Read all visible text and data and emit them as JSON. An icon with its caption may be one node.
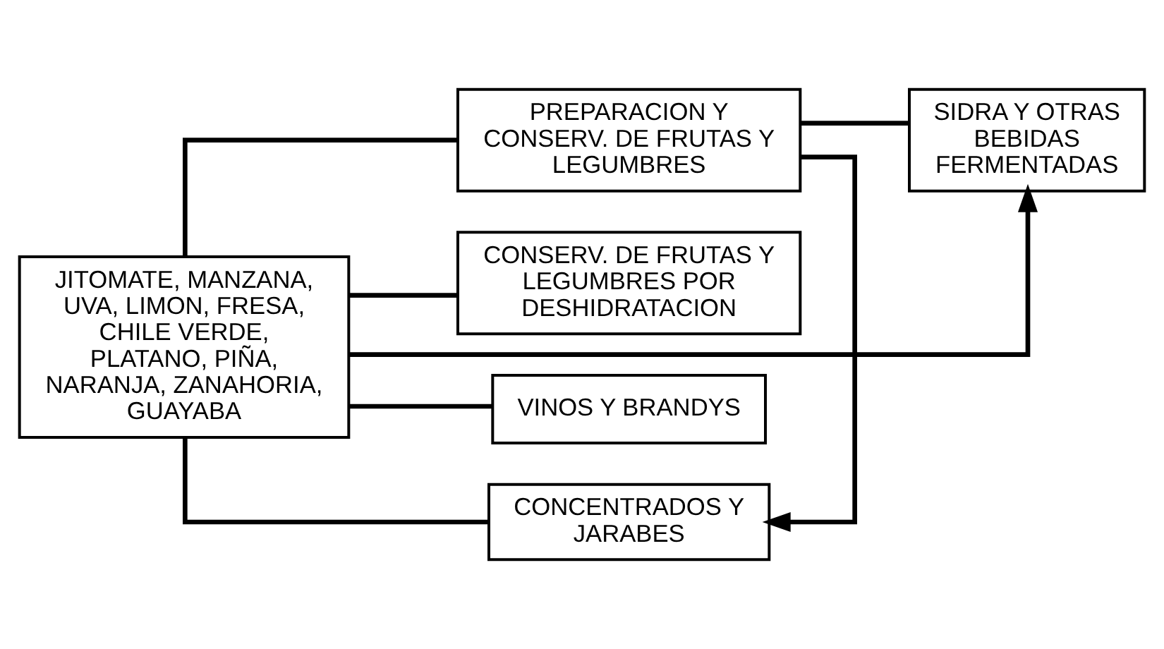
{
  "diagram": {
    "nodes": [
      {
        "text": [
          "JITOMATE, MANZANA, UVA, LIMON, FRESA, CHILE VERDE, PLATANO, PIÑA, NARANJA, ZANAHORIA, GUAYABA"
        ]
      },
      {
        "text": [
          "PREPARACION Y CONSERV. DE FRUTAS Y LEGUMBRES"
        ]
      },
      {
        "text": [
          "CONSERV. DE FRUTAS Y LEGUMBRES POR DESHIDRATACION"
        ]
      },
      {
        "text": [
          "VINOS Y BRANDYS"
        ]
      },
      {
        "text": [
          "CONCENTRADOS Y JARABES"
        ]
      },
      {
        "text": [
          "SIDRA Y OTRAS BEBIDAS FERMENTADAS"
        ]
      }
    ],
    "edges": [
      {
        "from": 0,
        "to": 5,
        "arrow": "to"
      },
      {
        "from": 0,
        "to": 1,
        "arrow": "none"
      },
      {
        "from": 0,
        "to": 2,
        "arrow": "none"
      },
      {
        "from": 0,
        "to": 3,
        "arrow": "none"
      },
      {
        "from": 0,
        "to": 4,
        "arrow": "none"
      },
      {
        "from": 1,
        "to": 5,
        "arrow": "none"
      },
      {
        "from": 1,
        "to": 4,
        "arrow": "to"
      }
    ]
  }
}
